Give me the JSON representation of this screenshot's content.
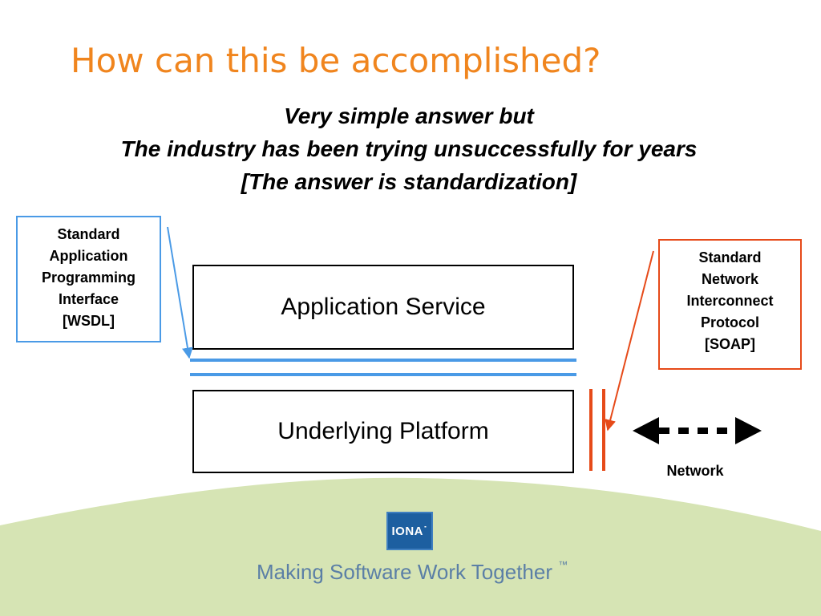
{
  "slide": {
    "title": "How can this be accomplished?",
    "subtitle_lines": [
      "Very simple answer but",
      "The industry has been trying unsuccessfully for years",
      "[The answer is standardization]"
    ]
  },
  "diagram": {
    "api_callout": {
      "lines": [
        "Standard",
        "Application",
        "Programming",
        "Interface",
        "[WSDL]"
      ],
      "border_color": "#4a9ae6"
    },
    "network_callout": {
      "lines": [
        "Standard",
        "Network",
        "Interconnect",
        "Protocol",
        "[SOAP]"
      ],
      "border_color": "#e64a19"
    },
    "application_service_label": "Application Service",
    "underlying_platform_label": "Underlying Platform",
    "network_label": "Network"
  },
  "footer": {
    "logo_text": "IONA",
    "logo_mark": "˙",
    "tagline": "Making Software Work Together",
    "trademark": "™"
  },
  "colors": {
    "title": "#f0851e",
    "api_accent": "#4a9ae6",
    "network_accent": "#e64a19",
    "wave": "#d6e4b4",
    "logo": "#1d5fa0",
    "tagline": "#5b7fa6"
  }
}
